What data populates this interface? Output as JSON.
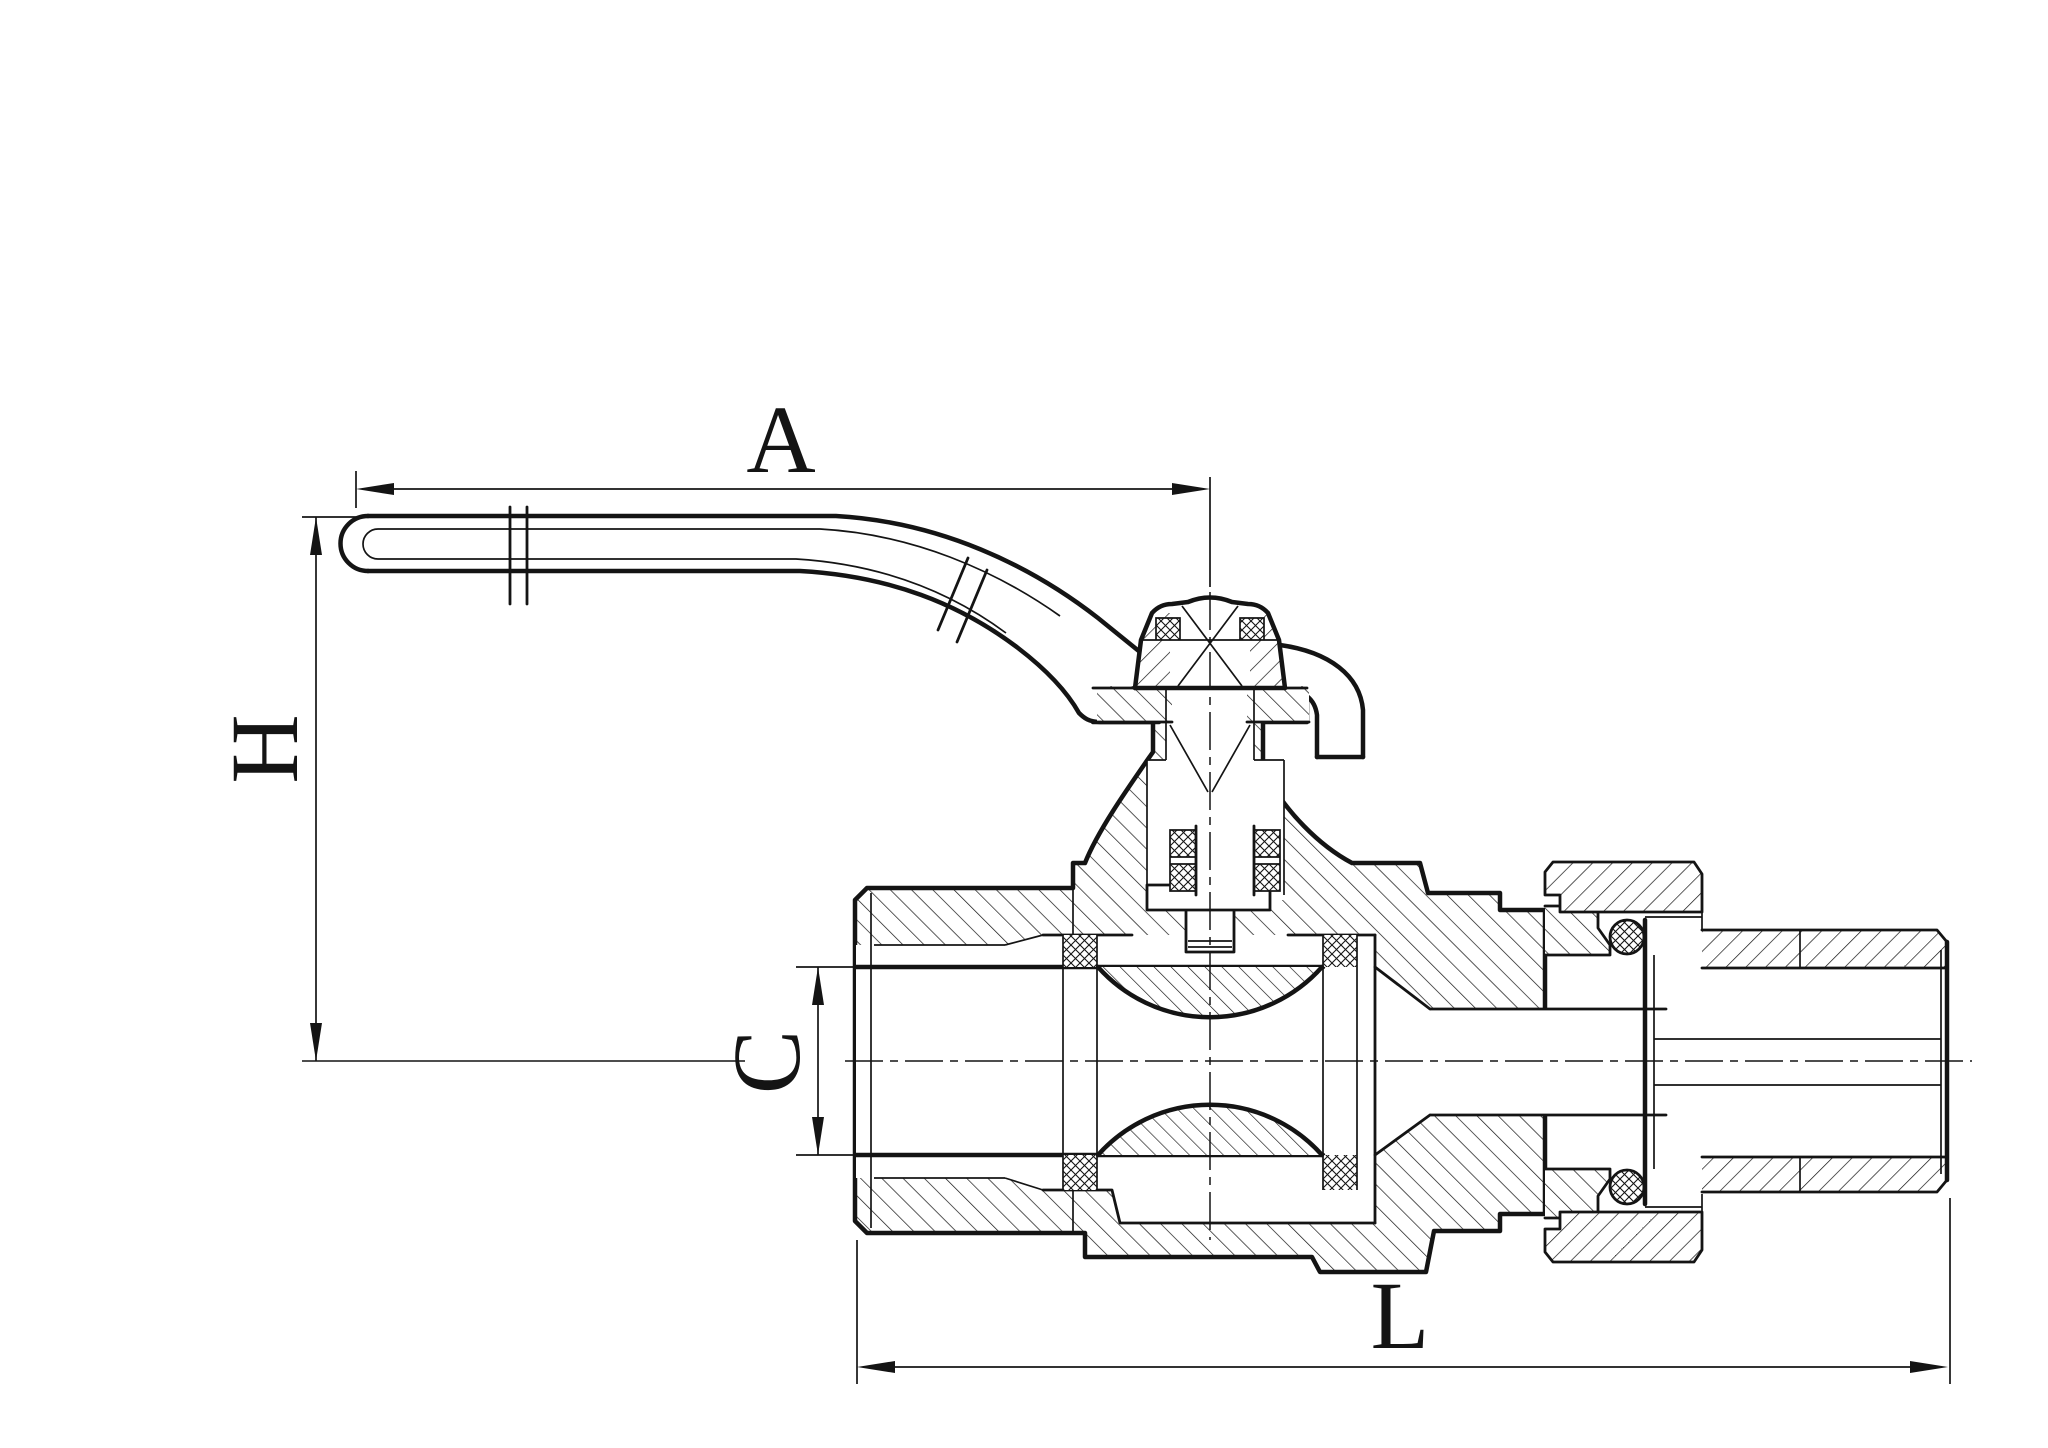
{
  "drawing": {
    "ink_color": "#141414",
    "background_color": "#ffffff",
    "dimension_labels": {
      "handle_length": "A",
      "height": "H",
      "bore_diameter": "C",
      "overall_length": "L"
    }
  }
}
